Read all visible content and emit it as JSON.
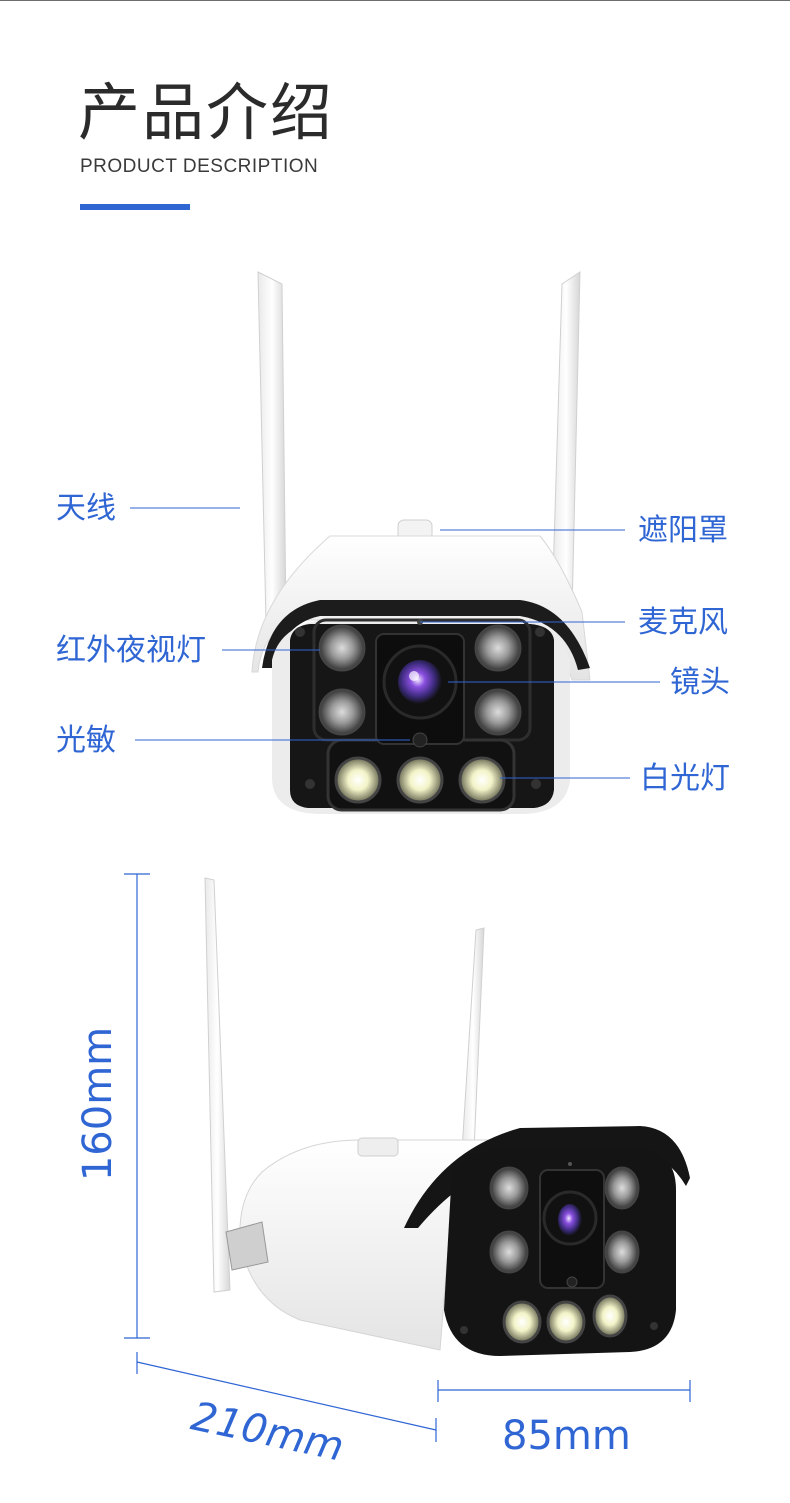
{
  "header": {
    "title": "产品介绍",
    "subtitle": "PRODUCT DESCRIPTION"
  },
  "callouts": {
    "antenna": "天线",
    "sunshade": "遮阳罩",
    "microphone": "麦克风",
    "ir_light": "红外夜视灯",
    "lens": "镜头",
    "light_sensor": "光敏",
    "white_light": "白光灯"
  },
  "dimensions": {
    "height": "160mm",
    "length": "210mm",
    "width": "85mm"
  },
  "colors": {
    "accent": "#2f66d4",
    "title_text": "#2b2b2b"
  }
}
